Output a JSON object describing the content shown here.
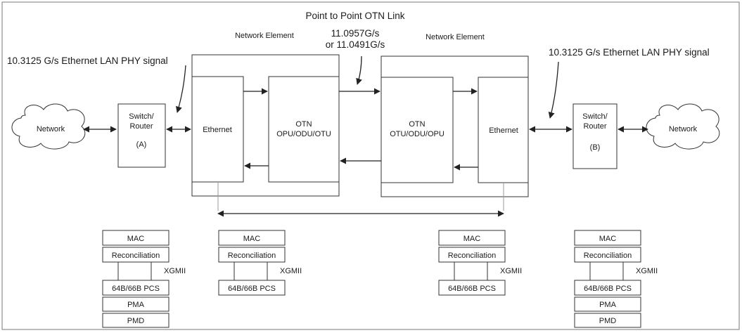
{
  "title": "Point to Point OTN Link",
  "left_signal": "10.3125 G/s Ethernet LAN PHY signal",
  "right_signal": "10.3125 G/s Ethernet LAN PHY signal",
  "link_rate": {
    "line1": "11.0957G/s",
    "line2": "or 11.0491G/s"
  },
  "network_left": "Network",
  "network_right": "Network",
  "switch_a": {
    "line1": "Switch/",
    "line2": "Router",
    "line3": "(A)"
  },
  "switch_b": {
    "line1": "Switch/",
    "line2": "Router",
    "line3": "(B)"
  },
  "ne_left": {
    "label": "Network Element",
    "ethernet": "Ethernet",
    "otn": "OTN",
    "otn_sub": "OPU/ODU/OTU"
  },
  "ne_right": {
    "label": "Network Element",
    "ethernet": "Ethernet",
    "otn": "OTN",
    "otn_sub": "OTU/ODU/OPU"
  },
  "stacks": [
    {
      "mac": "MAC",
      "rec": "Reconciliation",
      "xgmii": "XGMII",
      "pcs": "64B/66B PCS",
      "pma": "PMA",
      "pmd": "PMD"
    },
    {
      "mac": "MAC",
      "rec": "Reconciliation",
      "xgmii": "XGMII",
      "pcs": "64B/66B PCS"
    },
    {
      "mac": "MAC",
      "rec": "Reconciliation",
      "xgmii": "XGMII",
      "pcs": "64B/66B PCS"
    },
    {
      "mac": "MAC",
      "rec": "Reconciliation",
      "xgmii": "XGMII",
      "pcs": "64B/66B PCS",
      "pma": "PMA",
      "pmd": "PMD"
    }
  ],
  "colors": {
    "line": "#333333",
    "frame": "#777777",
    "fill": "#ffffff",
    "gray_link": "#aaaaaa"
  }
}
